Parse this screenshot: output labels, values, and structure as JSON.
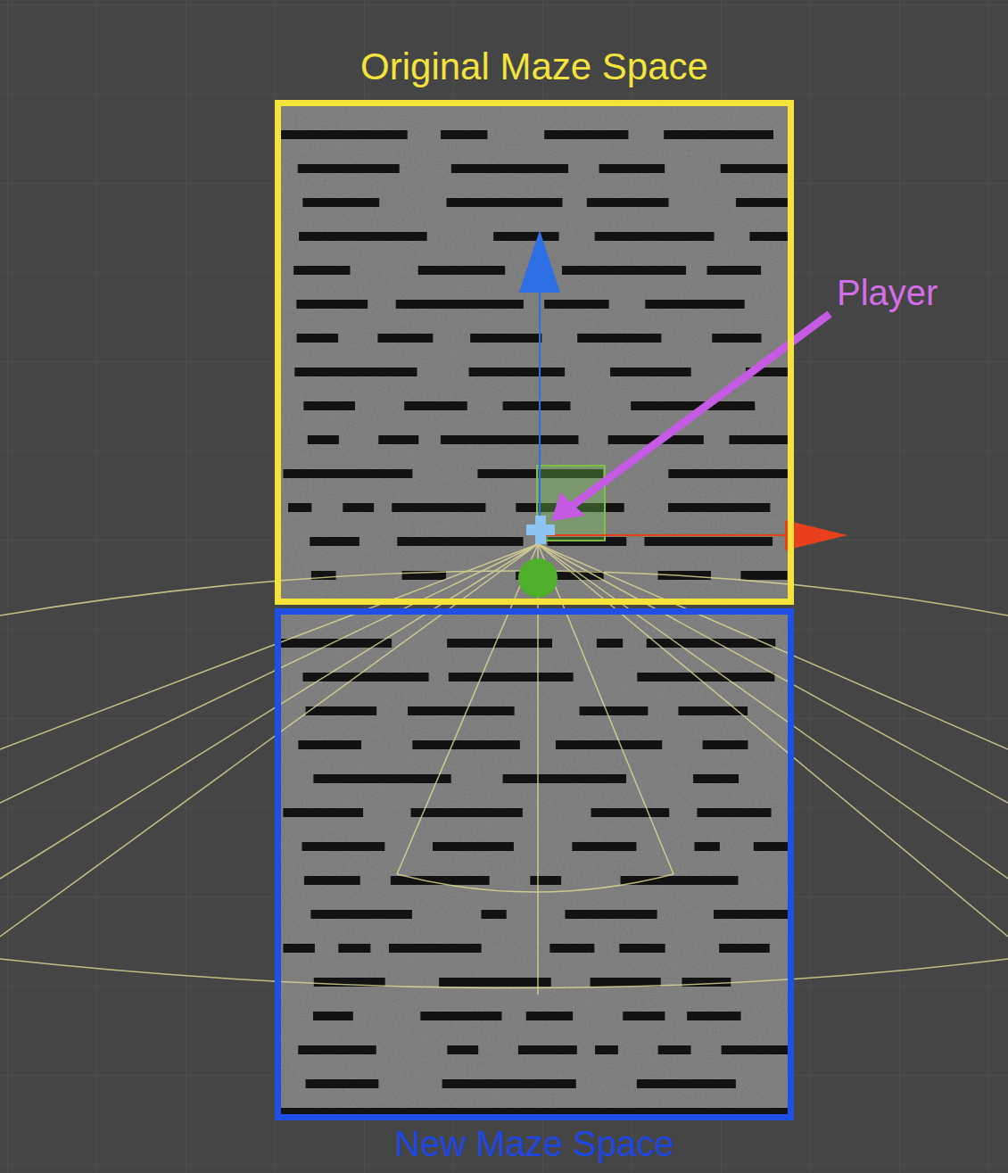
{
  "diagram": {
    "nodes": [
      {
        "text": [
          "Original Maze Space"
        ]
      },
      {
        "text": [
          "New Maze Space"
        ]
      }
    ],
    "labels": [
      "Player"
    ]
  }
}
